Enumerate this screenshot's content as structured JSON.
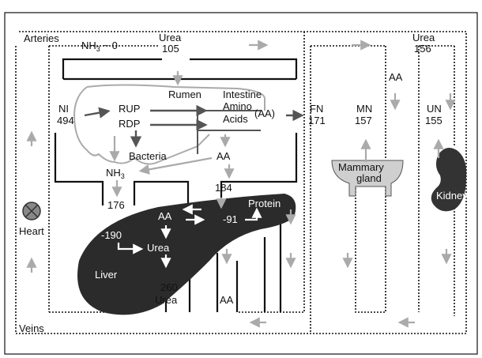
{
  "labels": {
    "arteries": "Arteries",
    "veins": "Veins",
    "nh3_top": "NH",
    "nh3_top_sub": "3",
    "nh3_top_val": " ~ 0",
    "urea_top": "Urea",
    "urea_top_val": "105",
    "urea_right": "Urea",
    "urea_right_val": "156",
    "rumen": "Rumen",
    "intestine": "Intestine",
    "ni": "NI",
    "ni_val": "494",
    "rup": "RUP",
    "rdp": "RDP",
    "amino": "Amino",
    "acids": "Acids",
    "aa_paren": "(AA)",
    "fn": "FN",
    "fn_val": "171",
    "bacteria": "Bacteria",
    "nh3_mid": "NH",
    "nh3_mid_sub": "3",
    "aa_rumen": "AA",
    "val_184": "184",
    "val_176": "176",
    "mn": "MN",
    "mn_val": "157",
    "un": "UN",
    "un_val": "155",
    "aa_mammary": "AA",
    "mammary": "Mammary",
    "gland": "gland",
    "kidney": "Kidney",
    "heart": "Heart",
    "liver": "Liver",
    "aa_liver": "AA",
    "val_neg91": "-91",
    "protein": "Protein",
    "val_neg190": "-190",
    "urea_liver": "Urea",
    "val_260": "260",
    "urea_bottom": "Urea",
    "aa_bottom": "AA"
  },
  "colors": {
    "liver": "#2b2b2b",
    "kidney": "#333333",
    "mammary": "#cfcfcf",
    "heart": "#888888",
    "arrow_light": "#aaaaaa",
    "arrow_dark": "#555555"
  },
  "icons": {
    "heart": "crossed-circle",
    "kidney": "kidney-shape",
    "mammary": "udder-shape"
  }
}
